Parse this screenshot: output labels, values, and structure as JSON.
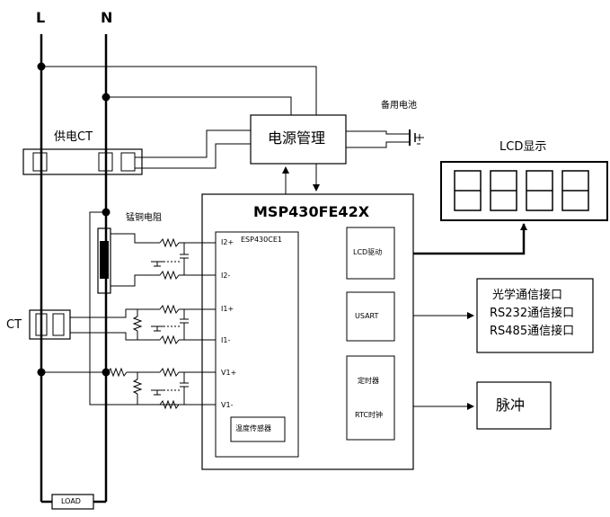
{
  "lines": {
    "live": "L",
    "neutral": "N"
  },
  "supply_ct": "供电CT",
  "power_mgmt": "电源管理",
  "battery": "备用电池",
  "lcd_title": "LCD显示",
  "shunt": "锰铜电阻",
  "ct": "CT",
  "load": "LOAD",
  "mcu": {
    "title": "MSP430FE42X",
    "esp": "ESP430CE1",
    "pins": {
      "i2p": "I2+",
      "i2n": "I2-",
      "i1p": "I1+",
      "i1n": "I1-",
      "v1p": "V1+",
      "v1n": "V1-"
    },
    "temp_sensor": "温度传感器",
    "lcd_driver": "LCD驱动",
    "usart": "USART",
    "timer": "定时器",
    "rtc": "RTC时钟"
  },
  "comm": {
    "line1": "光学通信接口",
    "line2": "RS232通信接口",
    "line3": "RS485通信接口"
  },
  "pulse": "脉冲",
  "colors": {
    "line": "#000000",
    "background": "#ffffff"
  }
}
